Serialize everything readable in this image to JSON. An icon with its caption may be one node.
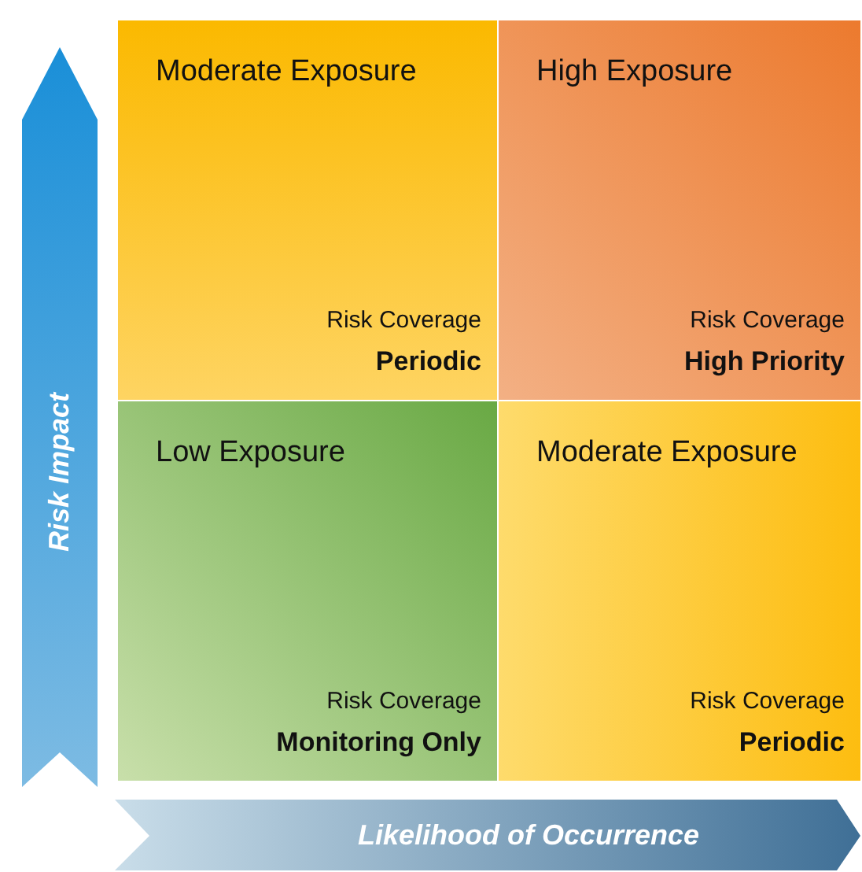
{
  "diagram": {
    "nodes": [
      {
        "text": [
          "Moderate Exposure",
          "Risk Coverage",
          "Periodic"
        ]
      },
      {
        "text": [
          "High Exposure",
          "Risk Coverage",
          "High Priority"
        ]
      },
      {
        "text": [
          "Low Exposure",
          "Risk Coverage",
          "Monitoring Only"
        ]
      },
      {
        "text": [
          "Moderate Exposure",
          "Risk Coverage",
          "Periodic"
        ]
      }
    ],
    "labels": [
      "Risk Impact",
      "Likelihood of Occurrence"
    ]
  }
}
